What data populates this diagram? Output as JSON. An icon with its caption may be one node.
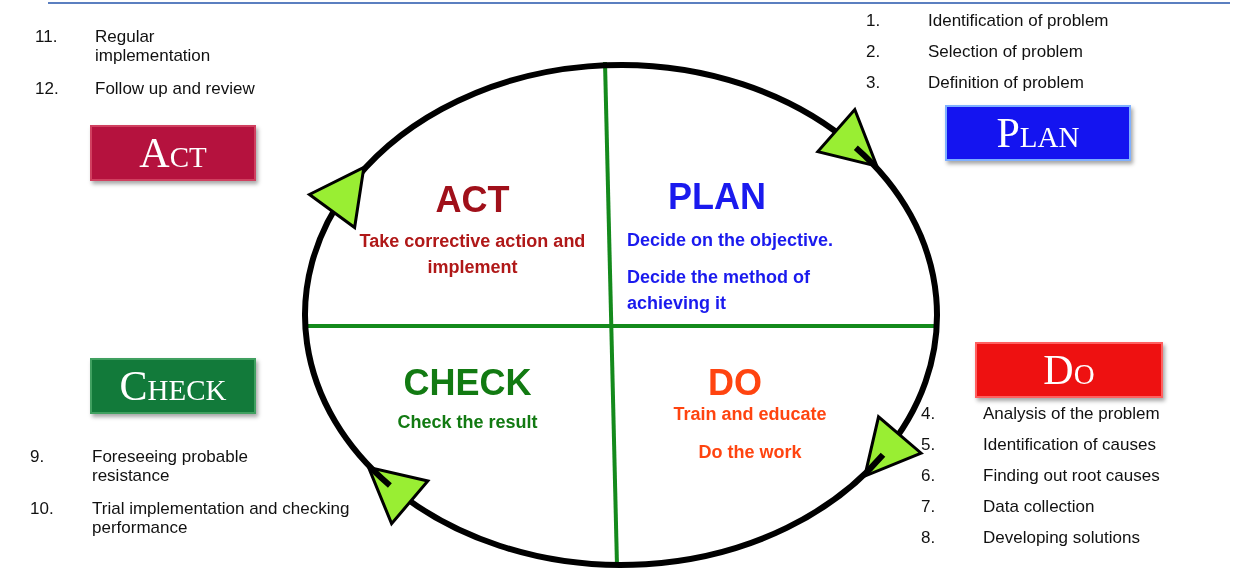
{
  "diagram": {
    "nodes": [
      {
        "text": [
          "Act"
        ]
      },
      {
        "text": [
          "Plan"
        ]
      },
      {
        "text": [
          "Do"
        ]
      },
      {
        "text": [
          "Check"
        ]
      },
      {
        "text": [
          "ACT",
          "Take corrective action and implement"
        ]
      },
      {
        "text": [
          "PLAN",
          "Decide on the objective.",
          "Decide the method of achieving it"
        ]
      },
      {
        "text": [
          "CHECK",
          "Check the result"
        ]
      },
      {
        "text": [
          "DO",
          "Train and educate",
          "Do the work"
        ]
      }
    ],
    "edges": [
      {
        "from": 4,
        "to": 5,
        "arrow": "to"
      },
      {
        "from": 5,
        "to": 7,
        "arrow": "to"
      },
      {
        "from": 7,
        "to": 6,
        "arrow": "to"
      },
      {
        "from": 6,
        "to": 4,
        "arrow": "to"
      }
    ],
    "labels": [
      "1.",
      "Identification of problem",
      "2.",
      "Selection of problem",
      "3.",
      "Definition of problem",
      "4.",
      "Analysis of the problem",
      "5.",
      "Identification of causes",
      "6.",
      "Finding out root causes",
      "7.",
      "Data collection",
      "8.",
      "Developing solutions",
      "9.",
      "Foreseeing probable resistance",
      "10.",
      "Trial implementation and checking performance",
      "11.",
      "Regular implementation",
      "12.",
      "Follow up and review"
    ]
  }
}
